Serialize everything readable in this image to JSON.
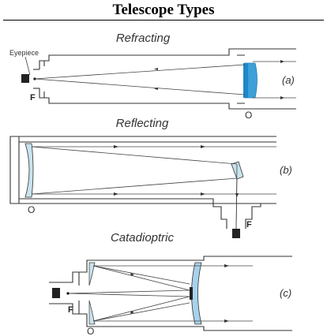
{
  "title": "Telescope Types",
  "refracting": {
    "heading": "Refracting",
    "eyepiece": "Eyepiece",
    "focus": "F",
    "objective": "O",
    "tag": "(a)"
  },
  "reflecting": {
    "heading": "Reflecting",
    "focus": "F",
    "objective": "O",
    "tag": "(b)"
  },
  "catadioptric": {
    "heading": "Catadioptric",
    "focus": "F",
    "objective": "O",
    "tag": "(c)"
  },
  "colors": {
    "lens": "#3ea0d8",
    "mirror": "#c9e3ee",
    "lens_light": "#a8d2ec"
  }
}
